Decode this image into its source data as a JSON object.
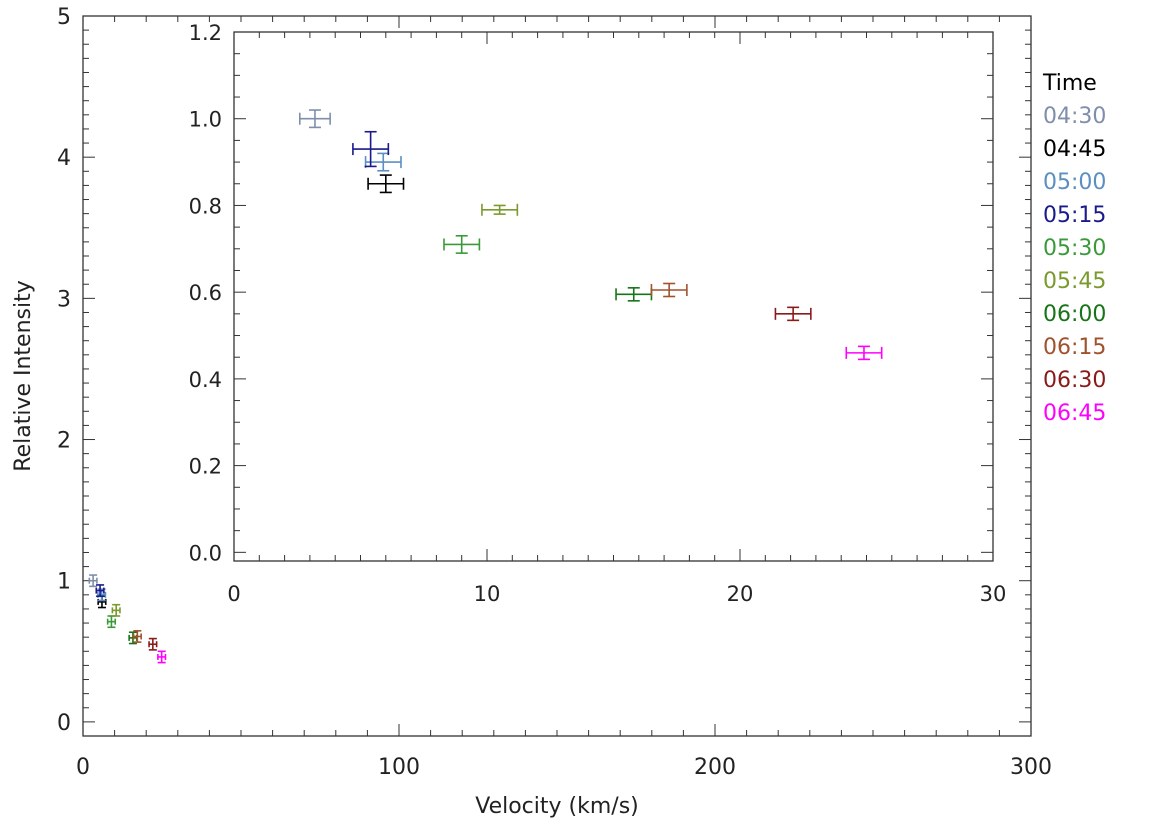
{
  "chart_data": [
    {
      "type": "scatter",
      "title": "",
      "xlabel": "Velocity (km/s)",
      "ylabel": "Relative Intensity",
      "xlim": [
        0,
        300
      ],
      "ylim": [
        -0.1,
        5
      ],
      "xticks": [
        "0",
        "100",
        "200",
        "300"
      ],
      "yticks": [
        "0",
        "1",
        "2",
        "3",
        "4",
        "5"
      ],
      "error_bars": true,
      "series": [
        {
          "name": "04:30",
          "x": 3.2,
          "y": 1.0,
          "xerr": 0.6,
          "yerr": 0.02,
          "color": "#7f8fab"
        },
        {
          "name": "04:45",
          "x": 6.0,
          "y": 0.85,
          "xerr": 0.7,
          "yerr": 0.02,
          "color": "#000000"
        },
        {
          "name": "05:00",
          "x": 5.9,
          "y": 0.9,
          "xerr": 0.7,
          "yerr": 0.02,
          "color": "#5b8fc2"
        },
        {
          "name": "05:15",
          "x": 5.4,
          "y": 0.93,
          "xerr": 0.7,
          "yerr": 0.04,
          "color": "#1a1a8c"
        },
        {
          "name": "05:30",
          "x": 9.0,
          "y": 0.71,
          "xerr": 0.7,
          "yerr": 0.02,
          "color": "#3a9a3a"
        },
        {
          "name": "05:45",
          "x": 10.5,
          "y": 0.79,
          "xerr": 0.7,
          "yerr": 0.01,
          "color": "#7a9a2e"
        },
        {
          "name": "06:00",
          "x": 15.8,
          "y": 0.595,
          "xerr": 0.7,
          "yerr": 0.015,
          "color": "#187418"
        },
        {
          "name": "06:15",
          "x": 17.2,
          "y": 0.605,
          "xerr": 0.7,
          "yerr": 0.015,
          "color": "#a0522d"
        },
        {
          "name": "06:30",
          "x": 22.1,
          "y": 0.55,
          "xerr": 0.7,
          "yerr": 0.015,
          "color": "#8b1a1a"
        },
        {
          "name": "06:45",
          "x": 24.9,
          "y": 0.46,
          "xerr": 0.7,
          "yerr": 0.015,
          "color": "#ff00ff"
        }
      ]
    },
    {
      "type": "scatter",
      "title": "",
      "xlabel": "",
      "ylabel": "",
      "xlim": [
        0,
        30
      ],
      "ylim": [
        -0.02,
        1.2
      ],
      "xticks": [
        "0",
        "10",
        "20",
        "30"
      ],
      "yticks": [
        "0.0",
        "0.2",
        "0.4",
        "0.6",
        "0.8",
        "1.0",
        "1.2"
      ],
      "error_bars": true,
      "note_series": "same series as main panel, zoomed"
    }
  ],
  "legend": {
    "title": "Time",
    "placement": "right",
    "entries": [
      "04:30",
      "04:45",
      "05:00",
      "05:15",
      "05:30",
      "05:45",
      "06:00",
      "06:15",
      "06:30",
      "06:45"
    ]
  },
  "colors": {
    "axis": "#333333",
    "text": "#222222"
  }
}
